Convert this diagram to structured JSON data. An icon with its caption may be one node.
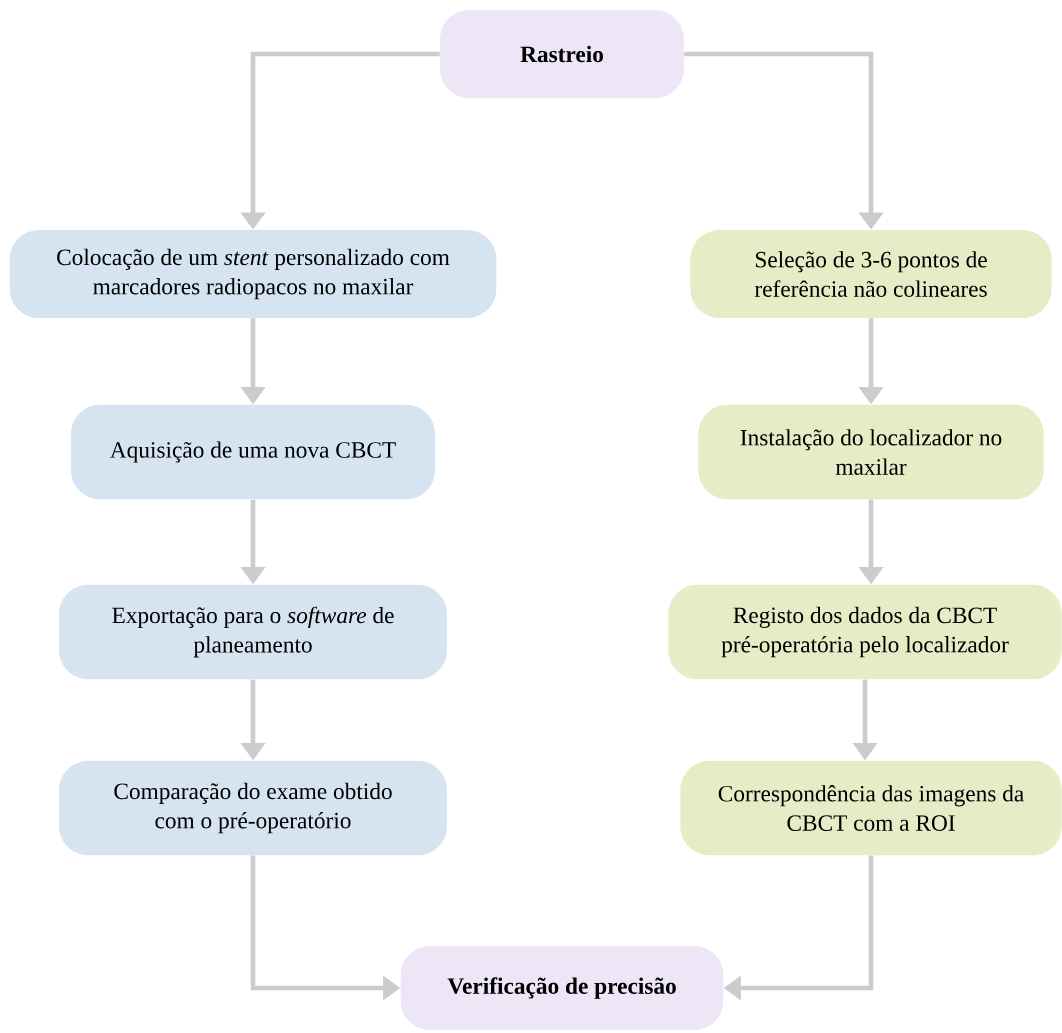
{
  "diagram": {
    "nodes": [
      {
        "text": [
          "Rastreio"
        ]
      },
      {
        "text": [
          "Colocação de um *stent* personalizado com marcadores radiopacos no maxilar"
        ]
      },
      {
        "text": [
          "Aquisição de uma nova CBCT"
        ]
      },
      {
        "text": [
          "Exportação para o *software* de planeamento"
        ]
      },
      {
        "text": [
          "Comparação do exame obtido com o pré-operatório"
        ]
      },
      {
        "text": [
          "Seleção de 3-6 pontos de referência não colineares"
        ]
      },
      {
        "text": [
          "Instalação do localizador no maxilar"
        ]
      },
      {
        "text": [
          "Registo dos dados da CBCT pré-operatória pelo localizador"
        ]
      },
      {
        "text": [
          "Correspondência das imagens da CBCT com a ROI"
        ]
      },
      {
        "text": [
          "Verificação de precisão"
        ]
      }
    ],
    "edges": [
      {
        "from": 0,
        "to": 1,
        "arrow": "to"
      },
      {
        "from": 0,
        "to": 5,
        "arrow": "to"
      },
      {
        "from": 1,
        "to": 2,
        "arrow": "to"
      },
      {
        "from": 2,
        "to": 3,
        "arrow": "to"
      },
      {
        "from": 3,
        "to": 4,
        "arrow": "to"
      },
      {
        "from": 5,
        "to": 6,
        "arrow": "to"
      },
      {
        "from": 6,
        "to": 7,
        "arrow": "to"
      },
      {
        "from": 7,
        "to": 8,
        "arrow": "to"
      },
      {
        "from": 4,
        "to": 9,
        "arrow": "to"
      },
      {
        "from": 8,
        "to": 9,
        "arrow": "to"
      }
    ]
  }
}
